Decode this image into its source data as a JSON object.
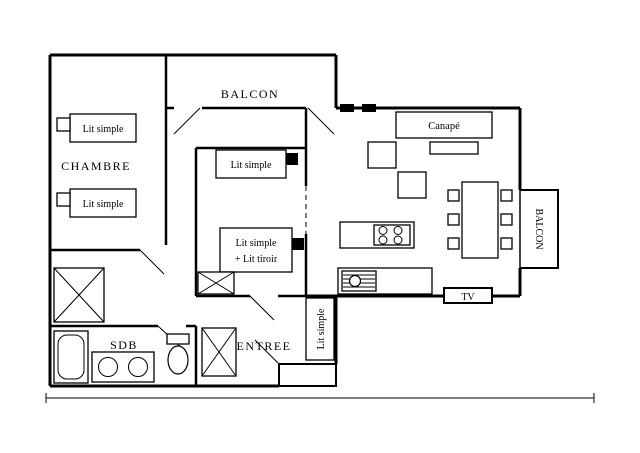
{
  "labels": {
    "chambre": "CHAMBRE",
    "balcon_top": "BALCON",
    "balcon_right": "BALCON",
    "sdb": "SDB",
    "entree": "ENTREE",
    "bed1": "Lit simple",
    "bed2": "Lit simple",
    "bed3": "Lit simple",
    "bed4_l1": "Lit simple",
    "bed4_l2": "+ Lit tiroir",
    "bed5": "Lit simple",
    "sofa": "Canapé",
    "tv": "TV"
  },
  "colors": {
    "wall": "#000000",
    "background": "#ffffff"
  }
}
